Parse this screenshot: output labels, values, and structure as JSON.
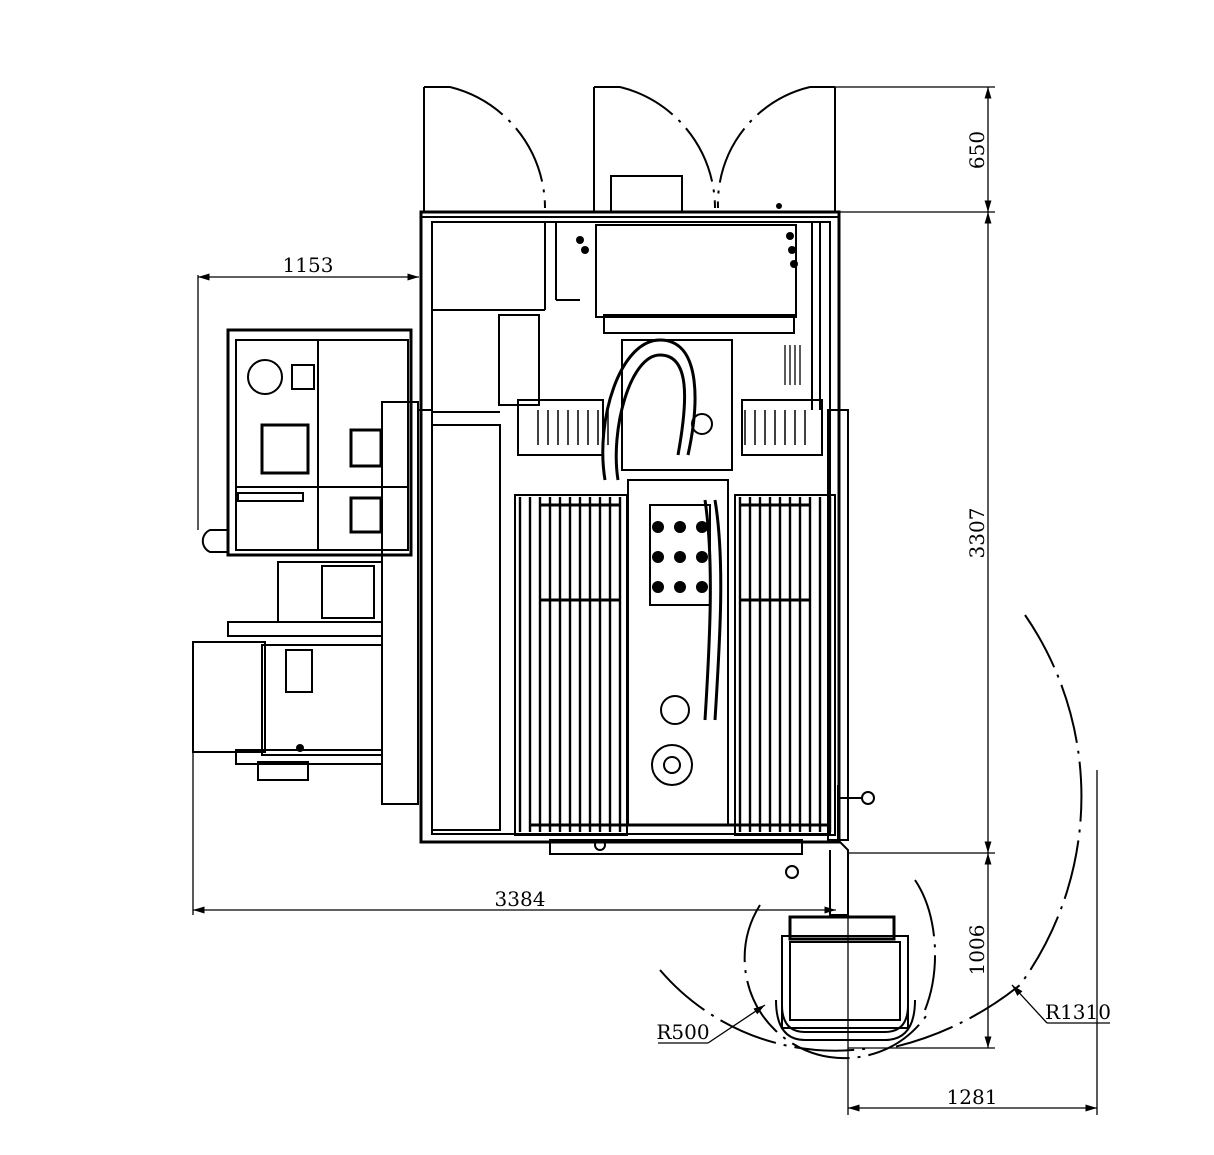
{
  "dimensions": {
    "top_clearance": "650",
    "machine_depth": "3307",
    "bottom_clearance": "1006",
    "side_unit_width": "1153",
    "overall_width": "3384",
    "offset_width": "1281",
    "radius_small": "R500",
    "radius_large": "R1310"
  },
  "colors": {
    "line": "#000000",
    "background": "#ffffff"
  }
}
